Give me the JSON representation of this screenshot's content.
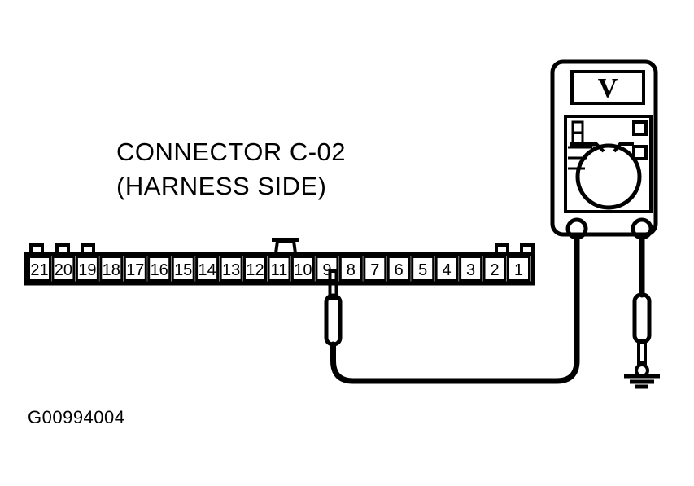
{
  "figure": {
    "id_label": "G00994004",
    "caption_line1": "CONNECTOR C-02",
    "caption_line2": "(HARNESS SIDE)",
    "type": "automotive wiring voltage test diagram",
    "ink_color": "#000000",
    "background_color": "#ffffff"
  },
  "connector": {
    "name": "C-02",
    "side": "HARNESS SIDE",
    "pin_count": 21,
    "pin_numbers": [
      "21",
      "20",
      "19",
      "18",
      "17",
      "16",
      "15",
      "14",
      "13",
      "12",
      "11",
      "10",
      "9",
      "8",
      "7",
      "6",
      "5",
      "4",
      "3",
      "2",
      "1"
    ],
    "numbering_direction": "left-to-right descending",
    "locking_tabs": 5,
    "center_latch": "trapezoidal latch above pin 11",
    "probed_pin": "9"
  },
  "multimeter": {
    "device_name": "digital multimeter",
    "display_value": "V",
    "display_meaning": "voltage mode",
    "dial_label": "rotary range selector",
    "tick_marks": 4,
    "buttons": 2,
    "indicator_cells": 2,
    "jacks": [
      "positive-jack",
      "negative-jack"
    ]
  },
  "probes": {
    "positive": {
      "name": "test probe",
      "connected_to": "connector pin 9"
    },
    "negative": {
      "name": "ground probe",
      "connected_to": "chassis ground"
    }
  }
}
